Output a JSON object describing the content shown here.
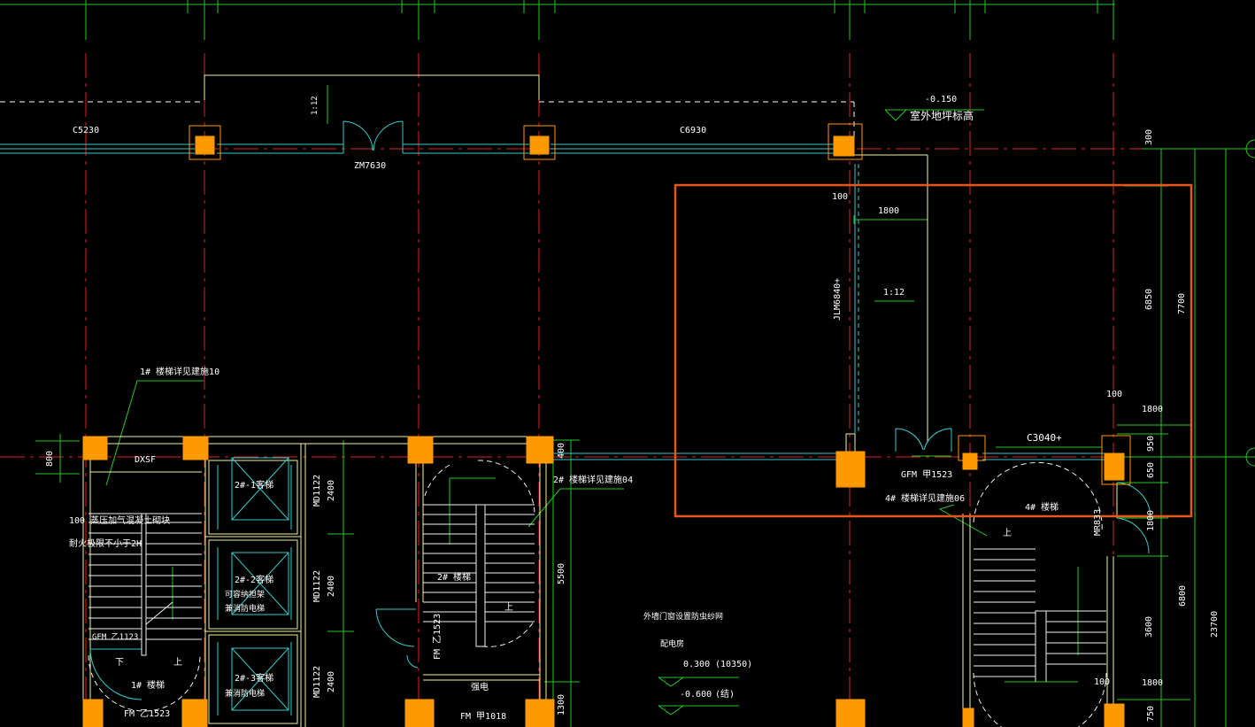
{
  "colors": {
    "background": "#000000",
    "grid_axis": "#e02020",
    "dimension": "#22c822",
    "wall": "#f2f2a0",
    "column": "#ff9900",
    "window": "#33cccc",
    "selection": "#e8561e",
    "text": "#ffffff"
  },
  "labels": {
    "c5230": "C5230",
    "zm7630": "ZM7630",
    "c6930": "C6930",
    "elev_outdoor": "-0.150",
    "outdoor_grade": "室外地坪标高",
    "d100_top": "100",
    "d1800_top": "1800",
    "slope1": "1:12",
    "slope2": "1:12",
    "jlm": "JLM6840+",
    "d300": "300",
    "d6850": "6850",
    "d7700": "7700",
    "d100_right": "100",
    "d1800_r1": "1800",
    "c3040": "C3040+",
    "d950": "950",
    "d650": "650",
    "d1800_v": "1800",
    "d6800": "6800",
    "d3600": "3600",
    "d23700": "23700",
    "d100_bottom": "100",
    "d1800_r2": "1800",
    "d750": "750",
    "stair1_note": "1# 楼梯详见建施10",
    "d800": "800",
    "dxsf": "DXSF",
    "wall_note1": "100  蒸压加气混凝土砌块",
    "wall_note2": "耐火极限不小于2H",
    "fm_c1123": "GFM 乙1123",
    "stair_down": "下",
    "stair_up": "上",
    "stair1": "1# 楼梯",
    "fm_z1523": "FM 乙1523",
    "elev1": "2#-1客梯",
    "elev2a": "2#-2客梯",
    "elev2b": "可容纳担架",
    "elev2c": "兼消防电梯",
    "elev3a": "2#-3客梯",
    "elev3b": "兼消防电梯",
    "md1": "MD1122",
    "d2400a": "2400",
    "md2": "MD1122",
    "d2400b": "2400",
    "md3": "MD1122",
    "d2400c": "2400",
    "d400": "400",
    "stair2_note": "2# 楼梯详见建施04",
    "stair2": "2# 楼梯",
    "stair2_up": "上",
    "d5500": "5500",
    "fm_z1523b": "FM 乙1523",
    "room_power": "强电",
    "fm_j1018": "FM 甲1018",
    "d1300": "1300",
    "note_outer": "外墙门窗设置防虫纱网",
    "room_elec": "配电房",
    "elev_0300": "0.300",
    "elev_10350": "(10350)",
    "elev_0600": "-0.600",
    "elev_jie": "(结)",
    "gfm_j1523": "GFM 甲1523",
    "stair4_note": "4# 楼梯详见建施06",
    "stair4": "4# 楼梯",
    "stair4_up": "上",
    "mr": "MR833"
  }
}
